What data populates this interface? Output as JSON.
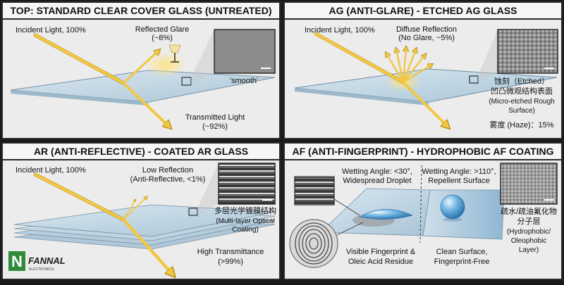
{
  "panels": {
    "top": {
      "title": "TOP: STANDARD CLEAR COVER GLASS (UNTREATED)",
      "incident": "Incident Light, 100%",
      "reflected_1": "Reflected Glare",
      "reflected_2": "(~8%)",
      "inset_label": "'smooth'",
      "transmitted_1": "Transmitted Light",
      "transmitted_2": "(~92%)"
    },
    "ag": {
      "title": "AG (ANTI-GLARE) - ETCHED AG GLASS",
      "incident": "Incident Light, 100%",
      "diffuse_1": "Diffuse Reflection",
      "diffuse_2": "(No Glare, ~5%)",
      "inset_cn_1": "蚀刻（Etched）",
      "inset_cn_2": "凹凸微观结构表面",
      "inset_en_1": "(Micro-etched Rough",
      "inset_en_2": "Surface)",
      "haze": "雾度 (Haze)：15%"
    },
    "ar": {
      "title": "AR (ANTI-REFLECTIVE) - COATED AR GLASS",
      "incident": "Incident Light, 100%",
      "low_1": "Low Reflection",
      "low_2": "(Anti-Reflective, <1%)",
      "inset_cn": "多层光学镀膜结构",
      "inset_en_1": "(Multi-layer Optical",
      "inset_en_2": "Coating)",
      "high_1": "High Transmittance",
      "high_2": "(>99%)"
    },
    "af": {
      "title": "AF (ANTI-FINGERPRINT) - HYDROPHOBIC AF COATING",
      "wet_low_1": "Wetting Angle: <30°,",
      "wet_low_2": "Widespread Droplet",
      "wet_high_1": "Wetting Angle: >110°,",
      "wet_high_2": "Repellent Surface",
      "inset_cn_1": "疏水/疏油氟化物",
      "inset_cn_2": "分子层",
      "inset_en_1": "(Hydrophobic/",
      "inset_en_2": "Oleophobic",
      "inset_en_3": "Layer)",
      "fingerprint_1": "Visible Fingerprint &",
      "fingerprint_2": "Oleic Acid Residue",
      "clean_1": "Clean Surface,",
      "clean_2": "Fingerprint-Free"
    }
  },
  "logo": {
    "letter": "N",
    "name": "FANNAL",
    "sub": "ELECTRONICS"
  },
  "colors": {
    "arrow": "#f2c744",
    "arrow_edge": "#b88a12",
    "glass": "#bcd3e2",
    "glass_edge": "#6f8ea3",
    "panel": "#ececec",
    "header": "#f6f6f6",
    "logo_green": "#2e8b3a"
  }
}
